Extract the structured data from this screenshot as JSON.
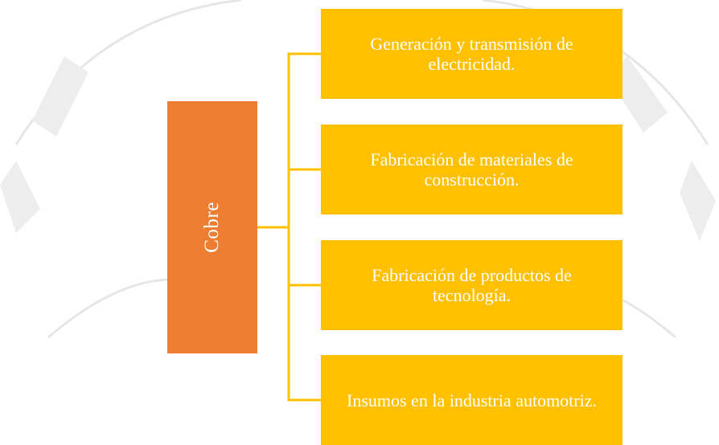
{
  "diagram": {
    "root": {
      "label": "Cobre"
    },
    "branches": [
      {
        "label": "Generación y transmisión de electricidad."
      },
      {
        "label": "Fabricación de materiales de construcción."
      },
      {
        "label": "Fabricación de productos de tecnología."
      },
      {
        "label": "Insumos en la industria automotriz."
      }
    ]
  },
  "colors": {
    "root_fill": "#ED7D31",
    "branch_fill": "#FFC000",
    "connector": "#FFC000",
    "text": "#FFFFFF",
    "watermark": "#D9D9D9"
  }
}
